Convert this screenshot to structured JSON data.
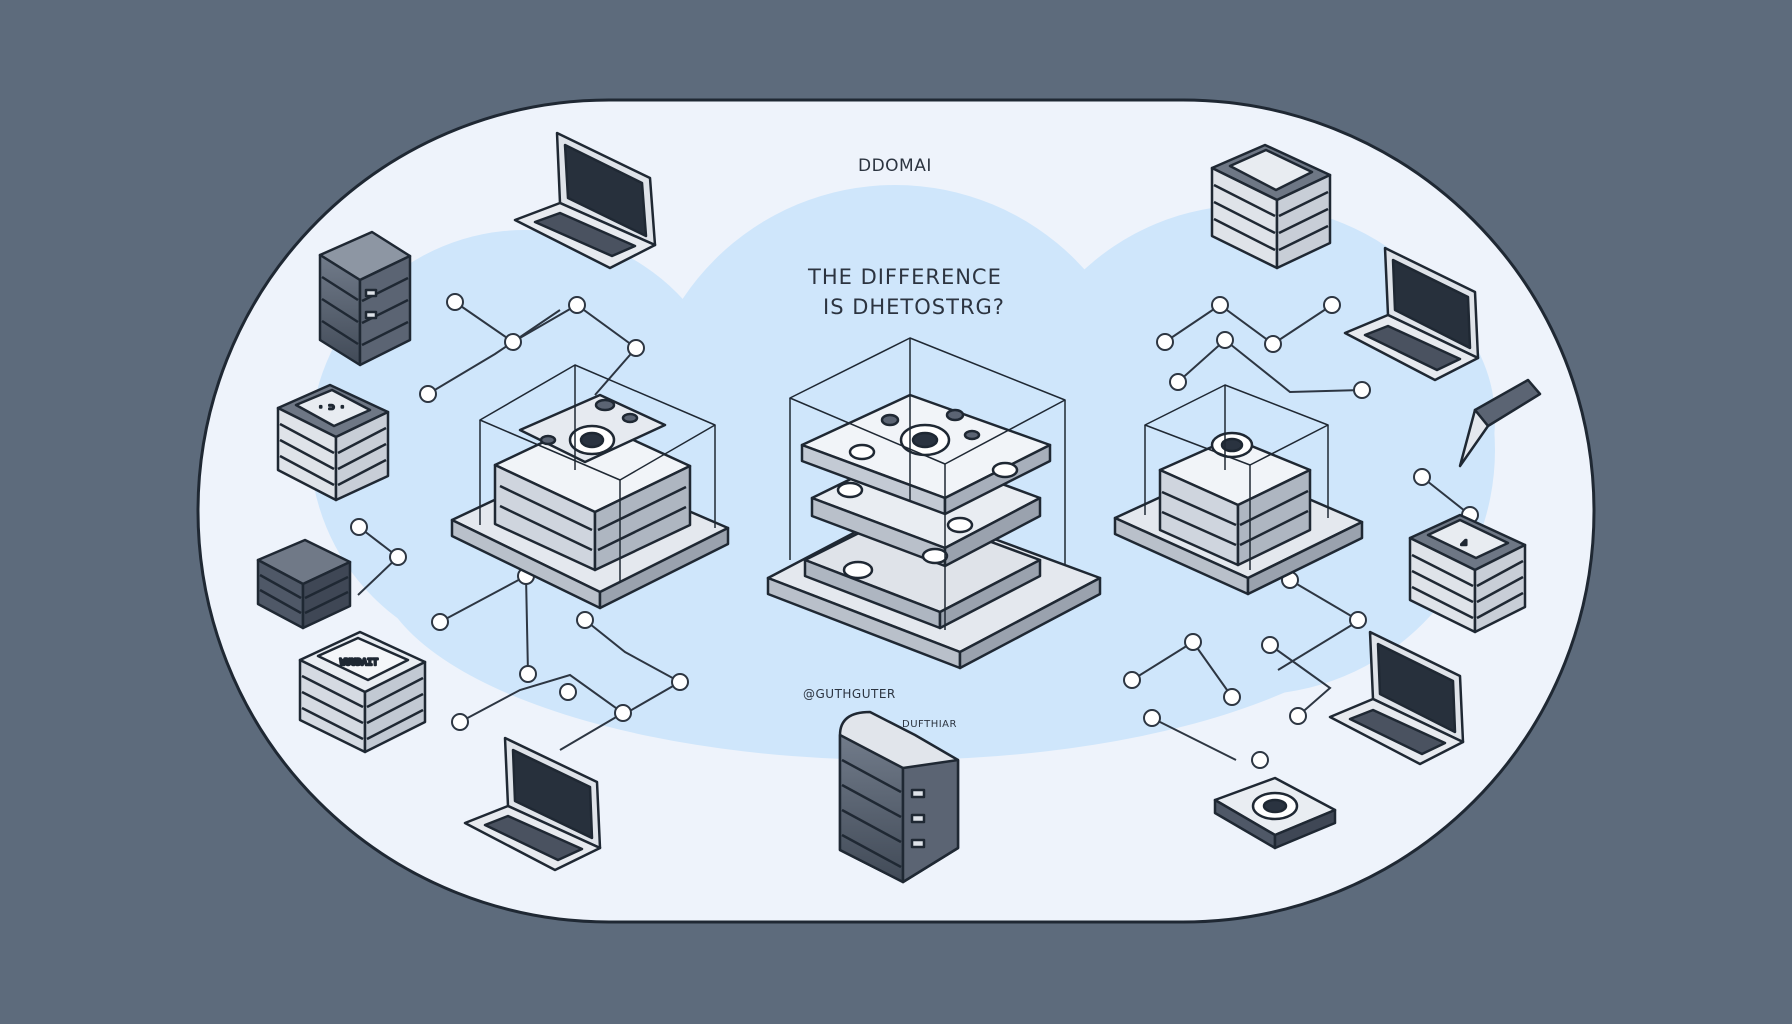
{
  "texts": {
    "top_label": "DDOMAI",
    "headline_line1": "THE DIFFERENCE",
    "headline_line2": "IS DHETOSTRG?",
    "handle": "@GUTHGUTER",
    "sub_label": "DUFTHIAR",
    "rack_tag": "WUUDAIT"
  },
  "colors": {
    "background": "#5d6b7c",
    "panel": "#eef3fb",
    "cloud": "#cfe6fb",
    "outline": "#2a3340",
    "device_light": "#e4e8ee",
    "device_dark": "#4f5867",
    "screen": "#27303c"
  },
  "icons": [
    "laptop-icon",
    "server-icon",
    "disk-stack-icon",
    "isometric-server-cube-icon",
    "pen-icon",
    "network-node-icon"
  ]
}
